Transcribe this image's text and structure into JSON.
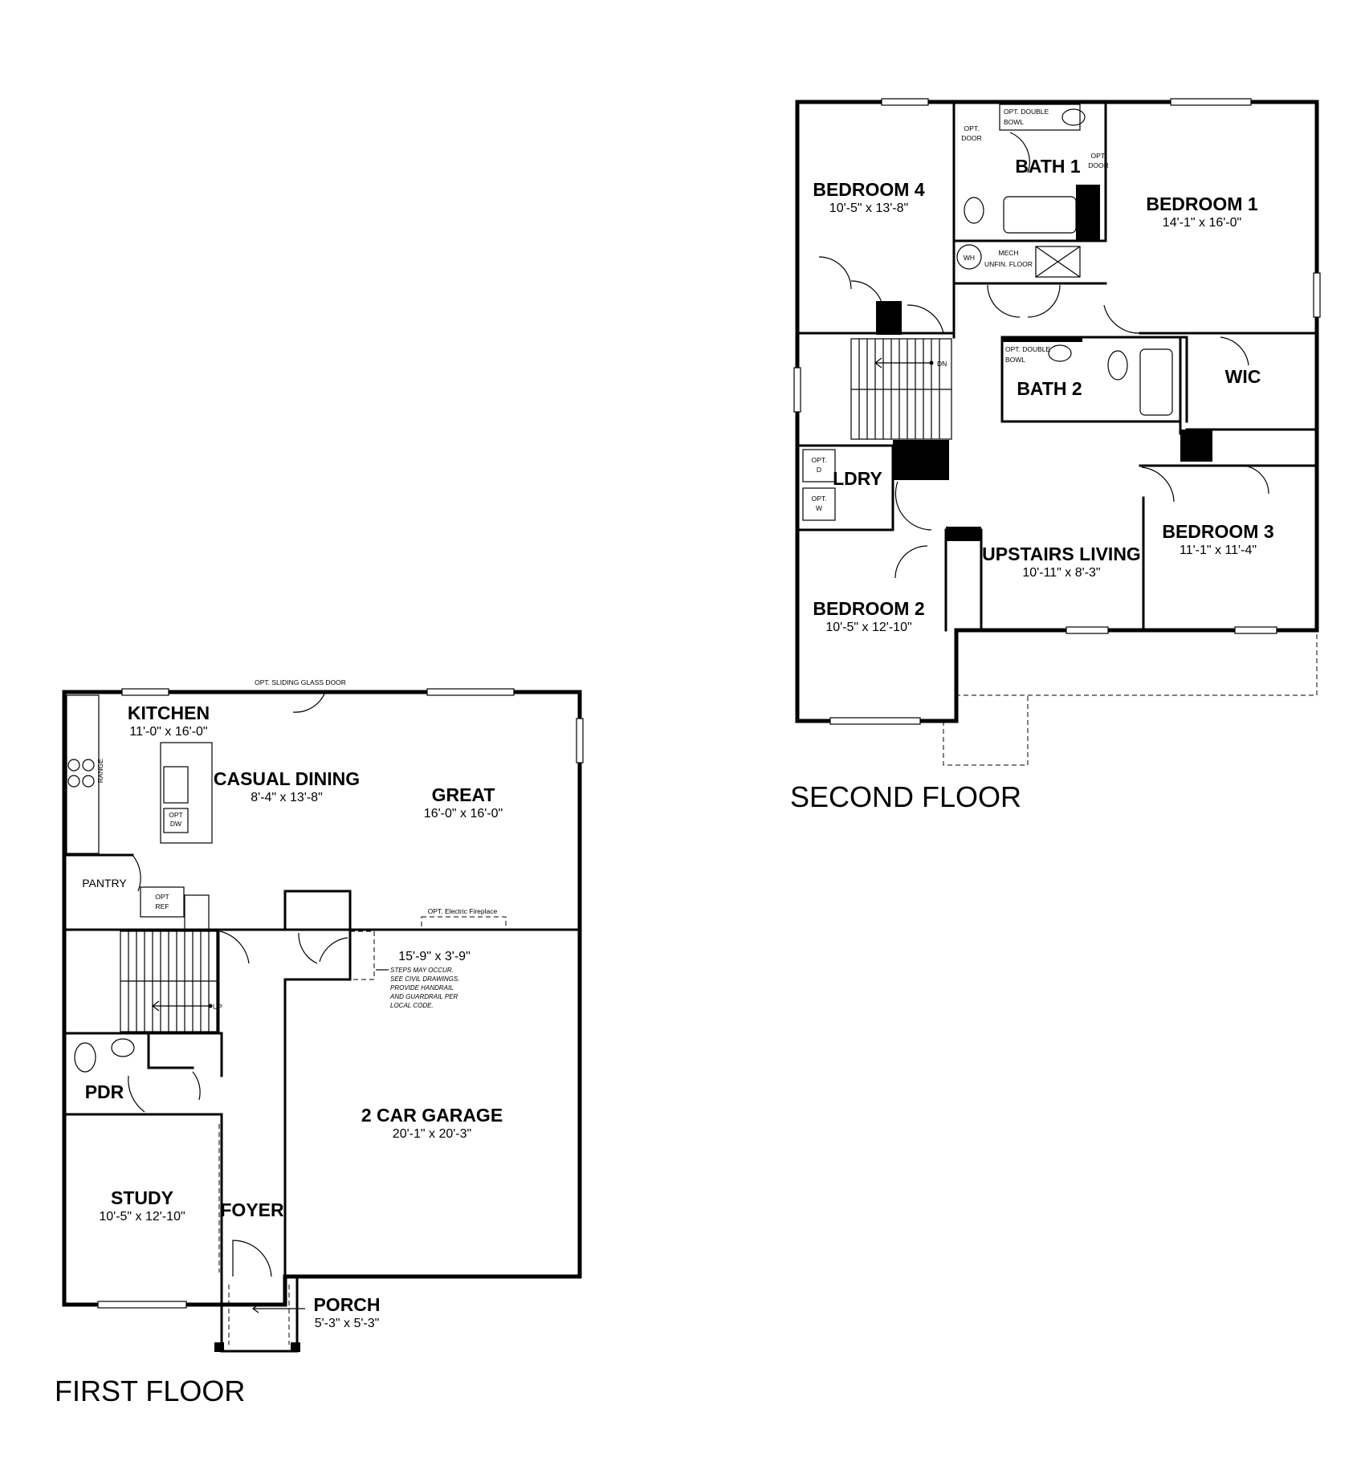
{
  "floors": {
    "first": {
      "title": "FIRST FLOOR",
      "rooms": {
        "kitchen": {
          "name": "KITCHEN",
          "dim": "11'-0\" x 16'-0\""
        },
        "casual_dining": {
          "name": "CASUAL DINING",
          "dim": "8'-4\" x 13'-8\""
        },
        "great": {
          "name": "GREAT",
          "dim": "16'-0\" x 16'-0\""
        },
        "garage": {
          "name": "2 CAR GARAGE",
          "dim": "20'-1\" x 20'-3\""
        },
        "study": {
          "name": "STUDY",
          "dim": "10'-5\" x 12'-10\""
        },
        "porch": {
          "name": "PORCH",
          "dim": "5'-3\" x 5'-3\""
        },
        "foyer": {
          "name": "FOYER"
        },
        "pdr": {
          "name": "PDR"
        },
        "pantry": {
          "name": "PANTRY"
        }
      },
      "labels": {
        "sliding_door": "OPT. SLIDING GLASS DOOR",
        "fireplace": "OPT. Electric Fireplace",
        "garage_step_dim": "15'-9\" x 3'-9\"",
        "range": "RANGE",
        "opt": "OPT",
        "ref": "REF",
        "opt_dw_1": "OPT",
        "opt_dw_2": "DW",
        "up": "UP",
        "steps_note": [
          "STEPS MAY OCCUR.",
          "SEE CIVIL DRAWINGS.",
          "PROVIDE HANDRAIL",
          "AND GUARDRAIL PER",
          "LOCAL CODE."
        ]
      }
    },
    "second": {
      "title": "SECOND FLOOR",
      "rooms": {
        "bedroom4": {
          "name": "BEDROOM 4",
          "dim": "10'-5\" x 13'-8\""
        },
        "bedroom1": {
          "name": "BEDROOM 1",
          "dim": "14'-1\" x 16'-0\""
        },
        "bedroom2": {
          "name": "BEDROOM 2",
          "dim": "10'-5\" x 12'-10\""
        },
        "bedroom3": {
          "name": "BEDROOM 3",
          "dim": "11'-1\" x 11'-4\""
        },
        "upstairs_living": {
          "name": "UPSTAIRS LIVING",
          "dim": "10'-11\" x 8'-3\""
        },
        "bath1": {
          "name": "BATH 1"
        },
        "bath2": {
          "name": "BATH 2"
        },
        "wic": {
          "name": "WIC"
        },
        "ldry": {
          "name": "LDRY"
        }
      },
      "labels": {
        "opt_double_1": "OPT. DOUBLE",
        "bowl_1": "BOWL",
        "opt_double_2": "OPT. DOUBLE",
        "bowl_2": "BOWL",
        "opt_door_a1": "OPT.",
        "opt_door_a2": "DOOR",
        "opt_door_b1": "OPT.",
        "opt_door_b2": "DOOR",
        "wh": "WH",
        "mech": "MECH",
        "unfin_floor": "UNFIN. FLOOR",
        "dn": "DN",
        "opt_d1": "OPT.",
        "opt_d2": "D",
        "opt_w1": "OPT.",
        "opt_w2": "W"
      }
    }
  }
}
